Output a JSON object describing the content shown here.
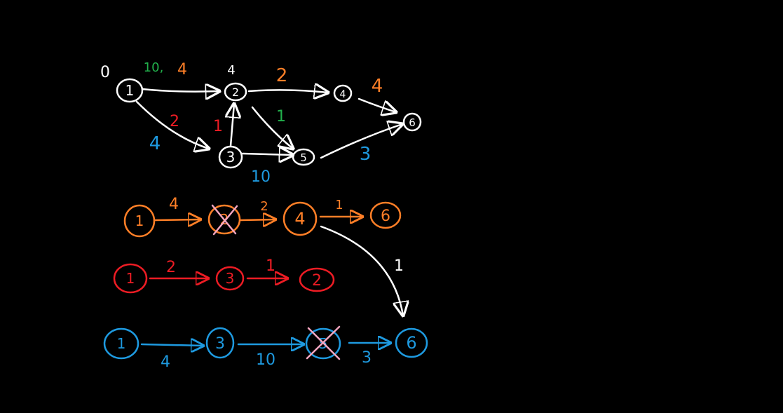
{
  "colors": {
    "white": "#ffffff",
    "green": "#22b14c",
    "orange": "#ff7f27",
    "red": "#ed1c24",
    "blue": "#1e9ae0",
    "pink": "#f4a6c0"
  },
  "graph": {
    "start_dist": "0",
    "nodes": {
      "n1": "1",
      "n2": "2",
      "n3": "3",
      "n4": "4",
      "n5": "5",
      "n6": "6"
    },
    "dist_n2": "4",
    "weights": {
      "e12_green": "10,",
      "e12_orange": "4",
      "e13_red": "2",
      "e13_blue": "4",
      "e32_red": "1",
      "e25_green": "1",
      "e24_orange": "2",
      "e35_blue": "10",
      "e46_orange": "4",
      "e56_blue": "3"
    }
  },
  "paths": {
    "orange": {
      "nodes": [
        "1",
        "2",
        "4",
        "6"
      ],
      "weights": [
        "4",
        "2",
        "1"
      ]
    },
    "red": {
      "nodes": [
        "1",
        "3",
        "2"
      ],
      "weights": [
        "2",
        "1"
      ]
    },
    "blue": {
      "nodes": [
        "1",
        "3",
        "5",
        "6"
      ],
      "weights": [
        "4",
        "10",
        "3"
      ]
    },
    "branch_weight": "1"
  }
}
